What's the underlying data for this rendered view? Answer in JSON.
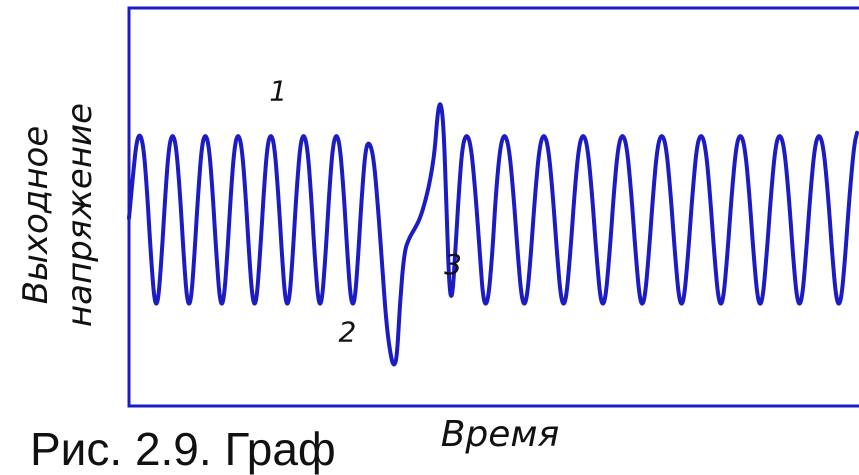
{
  "chart_data": {
    "type": "line",
    "title": "",
    "xlabel": "Время",
    "ylabel_lines": [
      "Выходное",
      "напряжение"
    ],
    "grid": false,
    "legend": "none",
    "ticks": "none",
    "colors": {
      "signal": "#1c1cc4",
      "frame": "#1c1cc4",
      "text": "#111111"
    },
    "curve_points": [
      [
        0.0,
        0.56
      ],
      [
        0.005,
        0.7
      ],
      [
        0.01,
        0.83
      ],
      [
        0.015,
        0.865
      ],
      [
        0.02,
        0.815
      ],
      [
        0.025,
        0.65
      ],
      [
        0.03,
        0.43
      ],
      [
        0.035,
        0.255
      ],
      [
        0.04,
        0.255
      ],
      [
        0.045,
        0.43
      ],
      [
        0.05,
        0.65
      ],
      [
        0.055,
        0.82
      ],
      [
        0.06,
        0.865
      ],
      [
        0.065,
        0.815
      ],
      [
        0.07,
        0.65
      ],
      [
        0.075,
        0.43
      ],
      [
        0.08,
        0.255
      ],
      [
        0.085,
        0.255
      ],
      [
        0.09,
        0.43
      ],
      [
        0.095,
        0.65
      ],
      [
        0.1,
        0.82
      ],
      [
        0.105,
        0.865
      ],
      [
        0.11,
        0.815
      ],
      [
        0.115,
        0.65
      ],
      [
        0.12,
        0.43
      ],
      [
        0.125,
        0.255
      ],
      [
        0.13,
        0.255
      ],
      [
        0.135,
        0.43
      ],
      [
        0.14,
        0.65
      ],
      [
        0.145,
        0.82
      ],
      [
        0.15,
        0.865
      ],
      [
        0.155,
        0.815
      ],
      [
        0.16,
        0.65
      ],
      [
        0.165,
        0.43
      ],
      [
        0.17,
        0.255
      ],
      [
        0.175,
        0.255
      ],
      [
        0.18,
        0.43
      ],
      [
        0.185,
        0.65
      ],
      [
        0.19,
        0.82
      ],
      [
        0.195,
        0.865
      ],
      [
        0.2,
        0.815
      ],
      [
        0.205,
        0.65
      ],
      [
        0.21,
        0.43
      ],
      [
        0.215,
        0.255
      ],
      [
        0.22,
        0.255
      ],
      [
        0.225,
        0.43
      ],
      [
        0.23,
        0.65
      ],
      [
        0.235,
        0.82
      ],
      [
        0.24,
        0.865
      ],
      [
        0.245,
        0.815
      ],
      [
        0.25,
        0.65
      ],
      [
        0.255,
        0.43
      ],
      [
        0.26,
        0.255
      ],
      [
        0.265,
        0.255
      ],
      [
        0.27,
        0.43
      ],
      [
        0.275,
        0.65
      ],
      [
        0.28,
        0.82
      ],
      [
        0.285,
        0.865
      ],
      [
        0.29,
        0.815
      ],
      [
        0.295,
        0.65
      ],
      [
        0.3,
        0.43
      ],
      [
        0.305,
        0.255
      ],
      [
        0.31,
        0.255
      ],
      [
        0.315,
        0.43
      ],
      [
        0.32,
        0.65
      ],
      [
        0.325,
        0.81
      ],
      [
        0.33,
        0.835
      ],
      [
        0.336,
        0.78
      ],
      [
        0.342,
        0.6
      ],
      [
        0.348,
        0.38
      ],
      [
        0.354,
        0.17
      ],
      [
        0.36,
        0.06
      ],
      [
        0.364,
        0.03
      ],
      [
        0.368,
        0.06
      ],
      [
        0.372,
        0.25
      ],
      [
        0.378,
        0.44
      ],
      [
        0.385,
        0.49
      ],
      [
        0.392,
        0.52
      ],
      [
        0.4,
        0.56
      ],
      [
        0.408,
        0.63
      ],
      [
        0.414,
        0.7
      ],
      [
        0.42,
        0.8
      ],
      [
        0.424,
        0.94
      ],
      [
        0.428,
        0.98
      ],
      [
        0.432,
        0.9
      ],
      [
        0.436,
        0.6
      ],
      [
        0.44,
        0.3
      ],
      [
        0.444,
        0.27
      ],
      [
        0.448,
        0.43
      ],
      [
        0.453,
        0.65
      ],
      [
        0.458,
        0.82
      ],
      [
        0.464,
        0.865
      ],
      [
        0.47,
        0.815
      ],
      [
        0.476,
        0.65
      ],
      [
        0.482,
        0.43
      ],
      [
        0.487,
        0.255
      ],
      [
        0.493,
        0.255
      ],
      [
        0.499,
        0.43
      ],
      [
        0.504,
        0.65
      ],
      [
        0.51,
        0.82
      ],
      [
        0.516,
        0.865
      ],
      [
        0.522,
        0.815
      ],
      [
        0.528,
        0.65
      ],
      [
        0.534,
        0.43
      ],
      [
        0.54,
        0.255
      ],
      [
        0.546,
        0.255
      ],
      [
        0.552,
        0.43
      ],
      [
        0.558,
        0.65
      ],
      [
        0.564,
        0.82
      ],
      [
        0.57,
        0.865
      ],
      [
        0.576,
        0.815
      ],
      [
        0.582,
        0.65
      ],
      [
        0.588,
        0.43
      ],
      [
        0.594,
        0.255
      ],
      [
        0.6,
        0.255
      ],
      [
        0.606,
        0.43
      ],
      [
        0.612,
        0.65
      ],
      [
        0.618,
        0.82
      ],
      [
        0.624,
        0.865
      ],
      [
        0.63,
        0.815
      ],
      [
        0.636,
        0.65
      ],
      [
        0.642,
        0.43
      ],
      [
        0.648,
        0.255
      ],
      [
        0.654,
        0.255
      ],
      [
        0.66,
        0.43
      ],
      [
        0.666,
        0.65
      ],
      [
        0.672,
        0.82
      ],
      [
        0.678,
        0.865
      ],
      [
        0.684,
        0.815
      ],
      [
        0.69,
        0.65
      ],
      [
        0.696,
        0.43
      ],
      [
        0.702,
        0.255
      ],
      [
        0.708,
        0.255
      ],
      [
        0.714,
        0.43
      ],
      [
        0.72,
        0.65
      ],
      [
        0.726,
        0.82
      ],
      [
        0.732,
        0.865
      ],
      [
        0.738,
        0.815
      ],
      [
        0.744,
        0.65
      ],
      [
        0.75,
        0.43
      ],
      [
        0.756,
        0.255
      ],
      [
        0.762,
        0.255
      ],
      [
        0.768,
        0.43
      ],
      [
        0.774,
        0.65
      ],
      [
        0.78,
        0.82
      ],
      [
        0.786,
        0.865
      ],
      [
        0.792,
        0.815
      ],
      [
        0.798,
        0.65
      ],
      [
        0.804,
        0.43
      ],
      [
        0.81,
        0.255
      ],
      [
        0.816,
        0.255
      ],
      [
        0.822,
        0.43
      ],
      [
        0.828,
        0.65
      ],
      [
        0.834,
        0.82
      ],
      [
        0.84,
        0.865
      ],
      [
        0.846,
        0.815
      ],
      [
        0.852,
        0.65
      ],
      [
        0.858,
        0.43
      ],
      [
        0.864,
        0.255
      ],
      [
        0.87,
        0.255
      ],
      [
        0.876,
        0.43
      ],
      [
        0.882,
        0.65
      ],
      [
        0.888,
        0.82
      ],
      [
        0.894,
        0.865
      ],
      [
        0.9,
        0.815
      ],
      [
        0.906,
        0.65
      ],
      [
        0.912,
        0.43
      ],
      [
        0.918,
        0.255
      ],
      [
        0.924,
        0.255
      ],
      [
        0.93,
        0.43
      ],
      [
        0.936,
        0.65
      ],
      [
        0.942,
        0.82
      ],
      [
        0.948,
        0.865
      ],
      [
        0.954,
        0.815
      ],
      [
        0.96,
        0.65
      ],
      [
        0.966,
        0.43
      ],
      [
        0.972,
        0.255
      ],
      [
        0.978,
        0.255
      ],
      [
        0.984,
        0.43
      ],
      [
        0.99,
        0.65
      ],
      [
        0.996,
        0.82
      ],
      [
        1.0,
        0.865
      ]
    ],
    "annotations": [
      {
        "text": "1",
        "x": 0.205,
        "y": 0.98
      },
      {
        "text": "2",
        "x": 0.3,
        "y": 0.12
      },
      {
        "text": "3",
        "x": 0.445,
        "y": 0.36
      }
    ]
  },
  "caption": "Рис. 2.9. Граф"
}
